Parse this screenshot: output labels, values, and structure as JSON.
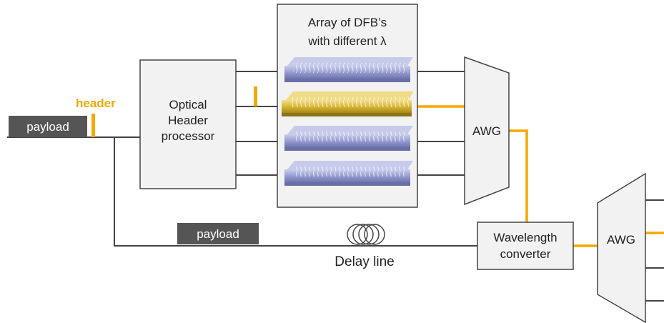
{
  "labels": {
    "header": "header",
    "payload_in": "payload",
    "payload_delay": "payload",
    "header_processor_line1": "Optical",
    "header_processor_line2": "Header",
    "header_processor_line3": "processor",
    "dfb_title_line1": "Array of DFB’s",
    "dfb_title_line2": "with different λ",
    "awg1": "AWG",
    "awg2": "AWG",
    "wavelength_converter_line1": "Wavelength",
    "wavelength_converter_line2": "converter",
    "delay_line": "Delay line"
  },
  "colors": {
    "highlight": "#F5A800",
    "line": "#444444",
    "payload_fill": "#555555",
    "box_fill": "#F2F2F2",
    "laser_blue": "#8A8FC6",
    "laser_gold": "#C9A520"
  },
  "lasers": [
    {
      "name": "dfb-laser-1",
      "active": false
    },
    {
      "name": "dfb-laser-2",
      "active": true
    },
    {
      "name": "dfb-laser-3",
      "active": false
    },
    {
      "name": "dfb-laser-4",
      "active": false
    }
  ]
}
